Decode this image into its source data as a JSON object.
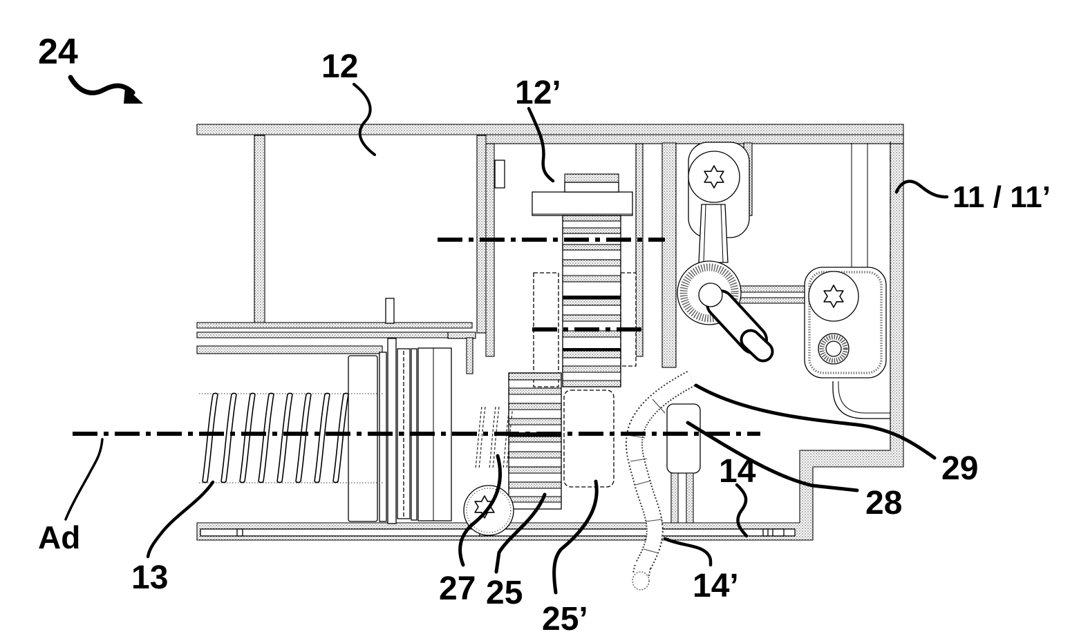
{
  "figure": {
    "background": "#ffffff",
    "ink": "#000000",
    "type": "patent-cross-section-drawing",
    "labels": {
      "ref24": "24",
      "ref12": "12",
      "ref12p": "12’",
      "ref11": "11 / 11’",
      "ref29": "29",
      "ref28": "28",
      "ref14": "14",
      "ref14p": "14’",
      "ref25p": "25’",
      "ref25": "25",
      "ref27": "27",
      "ref13": "13",
      "refAd": "Ad"
    }
  }
}
